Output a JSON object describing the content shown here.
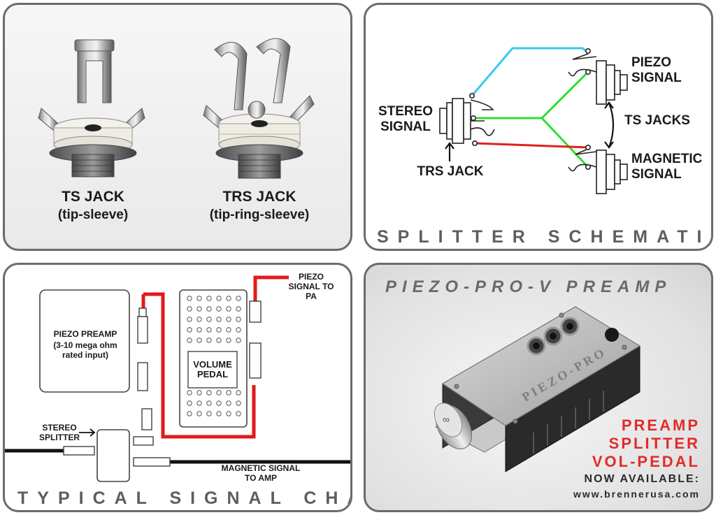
{
  "jacks_panel": {
    "ts": {
      "title": "TS JACK",
      "subtitle": "(tip-sleeve)"
    },
    "trs": {
      "title": "TRS JACK",
      "subtitle": "(tip-ring-sleeve)"
    }
  },
  "schematic_panel": {
    "title": "SPLITTER SCHEMATIC",
    "labels": {
      "stereo_signal": "STEREO SIGNAL",
      "trs_jack": "TRS JACK",
      "piezo_signal": "PIEZO SIGNAL",
      "ts_jacks": "TS JACKS",
      "magnetic_signal": "MAGNETIC SIGNAL"
    },
    "colors": {
      "tip_wire": "#33ccee",
      "ground_wire": "#33dd33",
      "ring_wire": "#e02020"
    }
  },
  "chain_panel": {
    "title": "TYPICAL SIGNAL CHAIN",
    "labels": {
      "piezo_preamp": "PIEZO PREAMP",
      "preamp_input": "(3-10 mega ohm rated input)",
      "volume_pedal": "VOLUME PEDAL",
      "stereo_splitter": "STEREO SPLITTER",
      "piezo_to_pa": "PIEZO SIGNAL TO PA",
      "magnetic_to_amp": "MAGNETIC SIGNAL TO AMP"
    },
    "colors": {
      "cable_red": "#e21a1a",
      "cable_black": "#111111"
    }
  },
  "preamp_panel": {
    "title": "PIEZO-PRO-V PREAMP",
    "device_engraving": "PIEZO-PRO",
    "promo_lines": [
      "PREAMP",
      "SPLITTER",
      "VOL-PEDAL"
    ],
    "available": "NOW AVAILABLE:",
    "url": "www.brennerusa.com",
    "colors": {
      "promo_red": "#e32b2b"
    }
  }
}
